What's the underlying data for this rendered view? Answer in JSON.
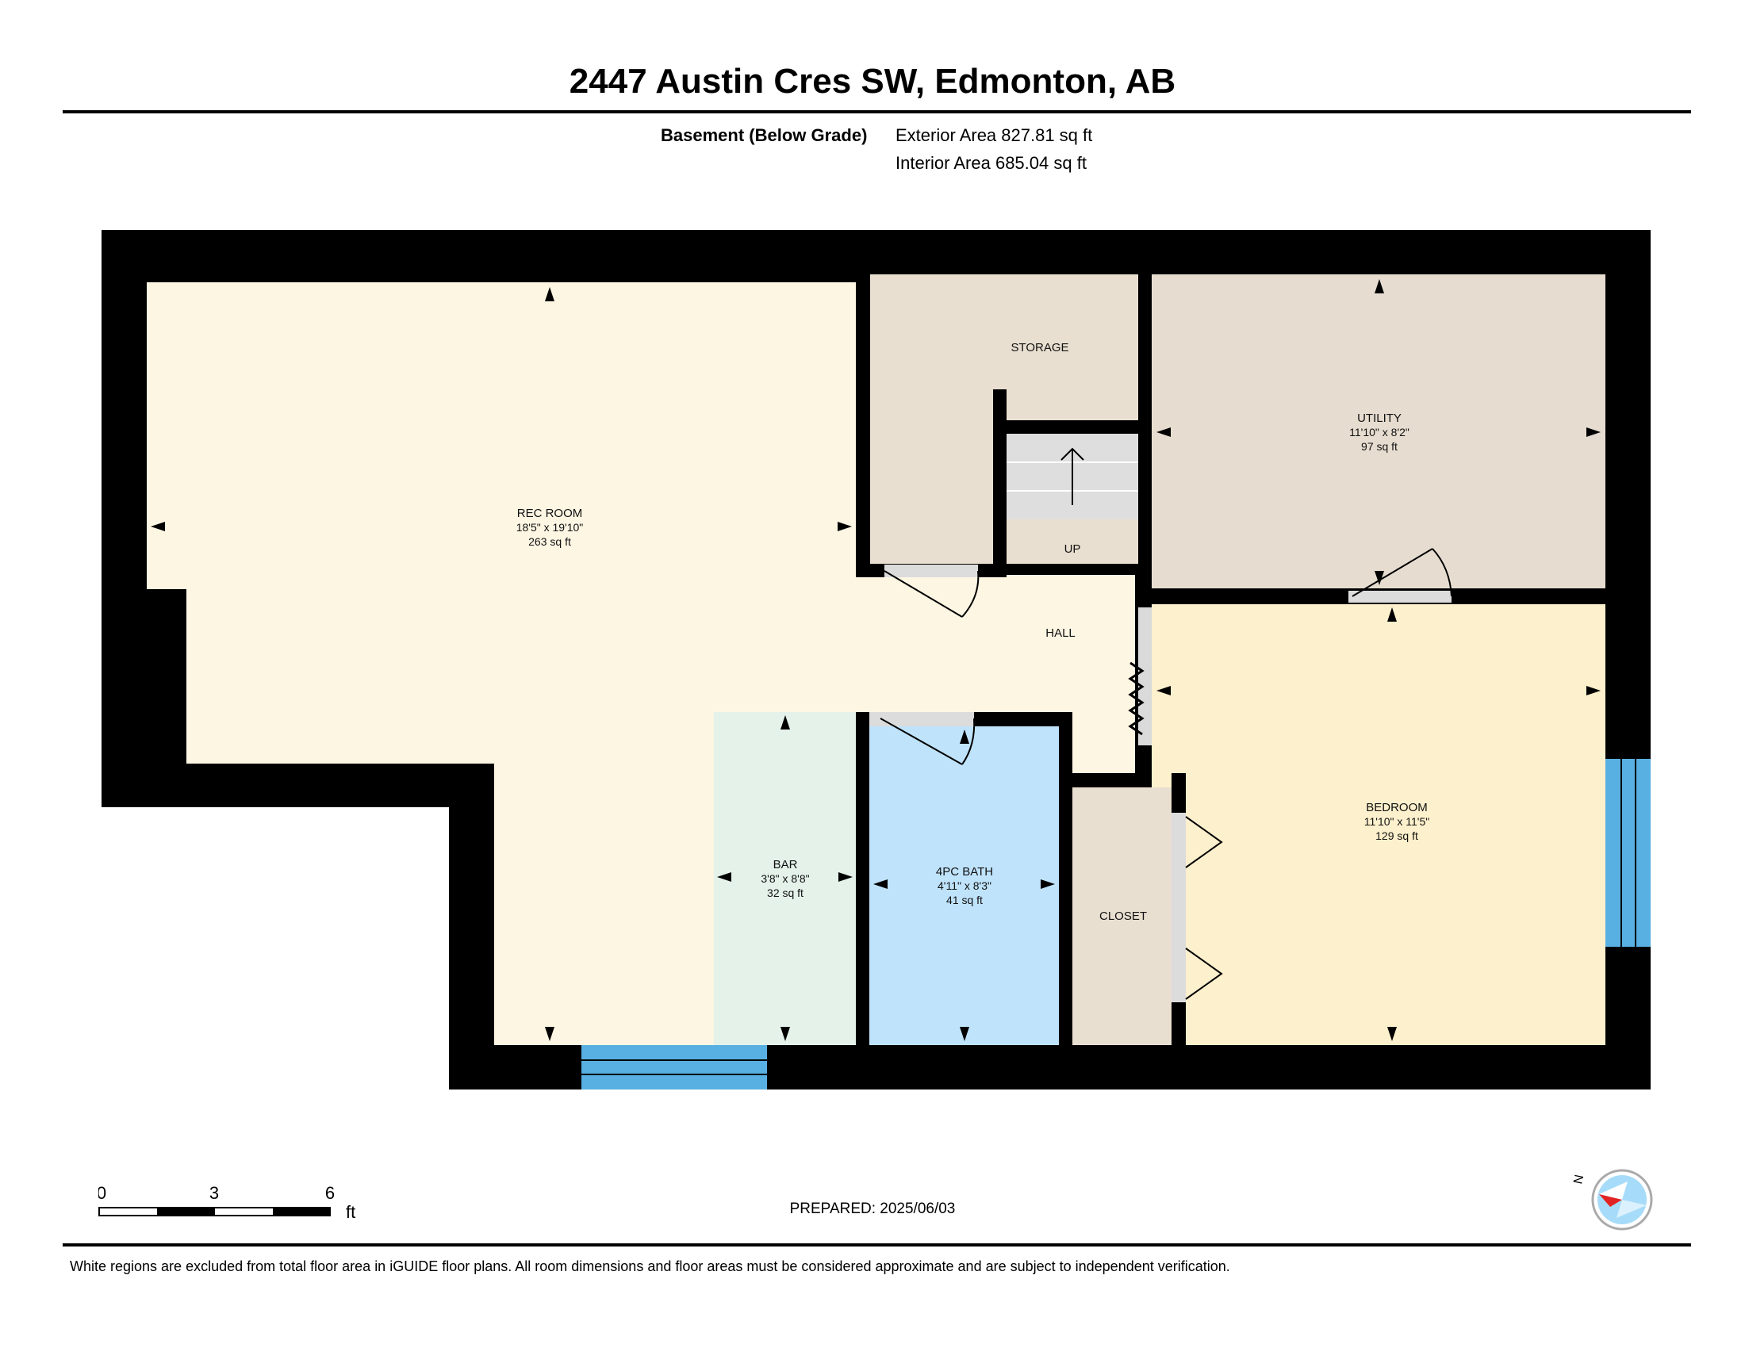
{
  "header": {
    "address": "2447 Austin Cres SW, Edmonton, AB",
    "level_label": "Basement (Below Grade)",
    "exterior_area": "Exterior Area 827.81 sq ft",
    "interior_area": "Interior Area 685.04 sq ft"
  },
  "rooms": {
    "rec_room": {
      "name": "REC ROOM",
      "dims": "18'5\" x 19'10\"",
      "area": "263 sq ft"
    },
    "storage": {
      "name": "STORAGE"
    },
    "utility": {
      "name": "UTILITY",
      "dims": "11'10\" x 8'2\"",
      "area": "97 sq ft"
    },
    "stairs_label": "UP",
    "hall": {
      "name": "HALL"
    },
    "bedroom": {
      "name": "BEDROOM",
      "dims": "11'10\" x 11'5\"",
      "area": "129 sq ft"
    },
    "bar": {
      "name": "BAR",
      "dims": "3'8\" x 8'8\"",
      "area": "32 sq ft"
    },
    "bath": {
      "name": "4PC BATH",
      "dims": "4'11\" x 8'3\"",
      "area": "41 sq ft"
    },
    "closet": {
      "name": "CLOSET"
    }
  },
  "colors": {
    "wall": "#000000",
    "rec_room": "#fdf6e3",
    "storage": "#e8dfd0",
    "utility": "#e6ddd0",
    "bedroom": "#fdf0cc",
    "bar": "#e4f2ea",
    "bath": "#bfe3fb",
    "closet": "#e8dfd0",
    "window": "#58b0e2",
    "stairs": "#dedede"
  },
  "scale": {
    "ticks": [
      "0",
      "3",
      "6"
    ],
    "unit": "ft"
  },
  "compass": {
    "label": "N"
  },
  "footer": {
    "prepared": "PREPARED: 2025/06/03",
    "disclaimer": "White regions are excluded from total floor area in iGUIDE floor plans. All room dimensions and floor areas must be considered approximate and are subject to independent verification."
  }
}
